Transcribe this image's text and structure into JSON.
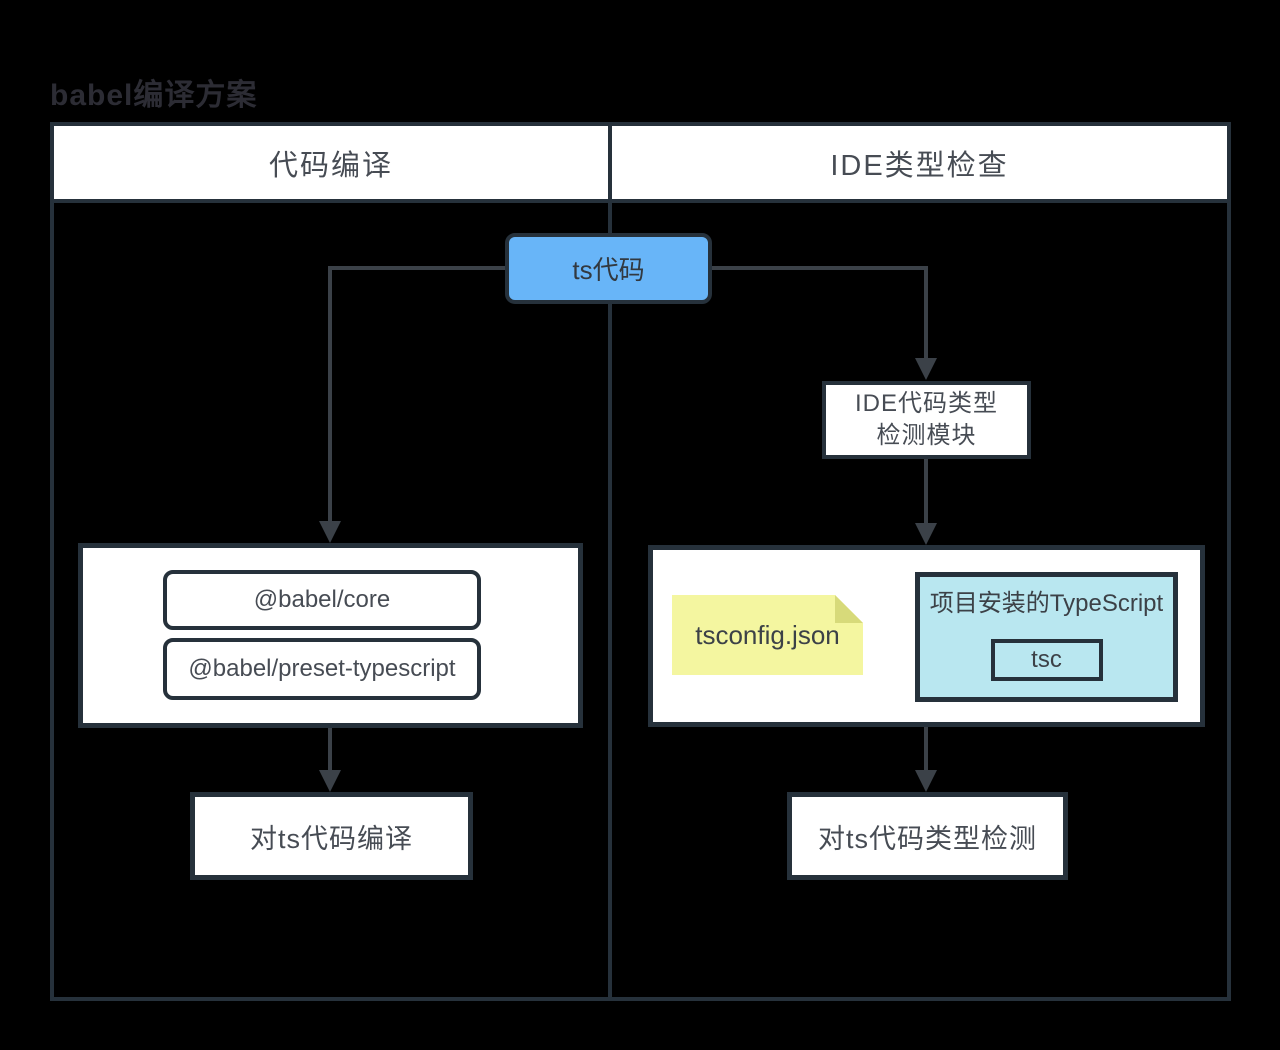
{
  "title": "babel编译方案",
  "columns": {
    "left": "代码编译",
    "right": "IDE类型检查"
  },
  "nodes": {
    "ts_code": {
      "label": "ts代码"
    },
    "babel_group": {
      "items": [
        {
          "label": "@babel/core"
        },
        {
          "label": "@babel/preset-typescript"
        }
      ]
    },
    "compile_output": {
      "label": "对ts代码编译"
    },
    "ide_module": {
      "line1": "IDE代码类型",
      "line2": "检测模块"
    },
    "tsconfig_note": {
      "label": "tsconfig.json"
    },
    "typescript_box": {
      "label": "项目安装的TypeScript",
      "inner_label": "tsc"
    },
    "check_output": {
      "label": "对ts代码类型检测"
    }
  },
  "colors": {
    "background": "#000000",
    "border": "#26313b",
    "arrow": "#3b4148",
    "node_blue": "#68b5f8",
    "note_yellow": "#f4f6a0",
    "note_fold": "#d7da7a",
    "ts_cyan": "#b9e7f0",
    "white": "#ffffff",
    "text_dark": "#474c54",
    "title_text": "#2c2c34"
  }
}
